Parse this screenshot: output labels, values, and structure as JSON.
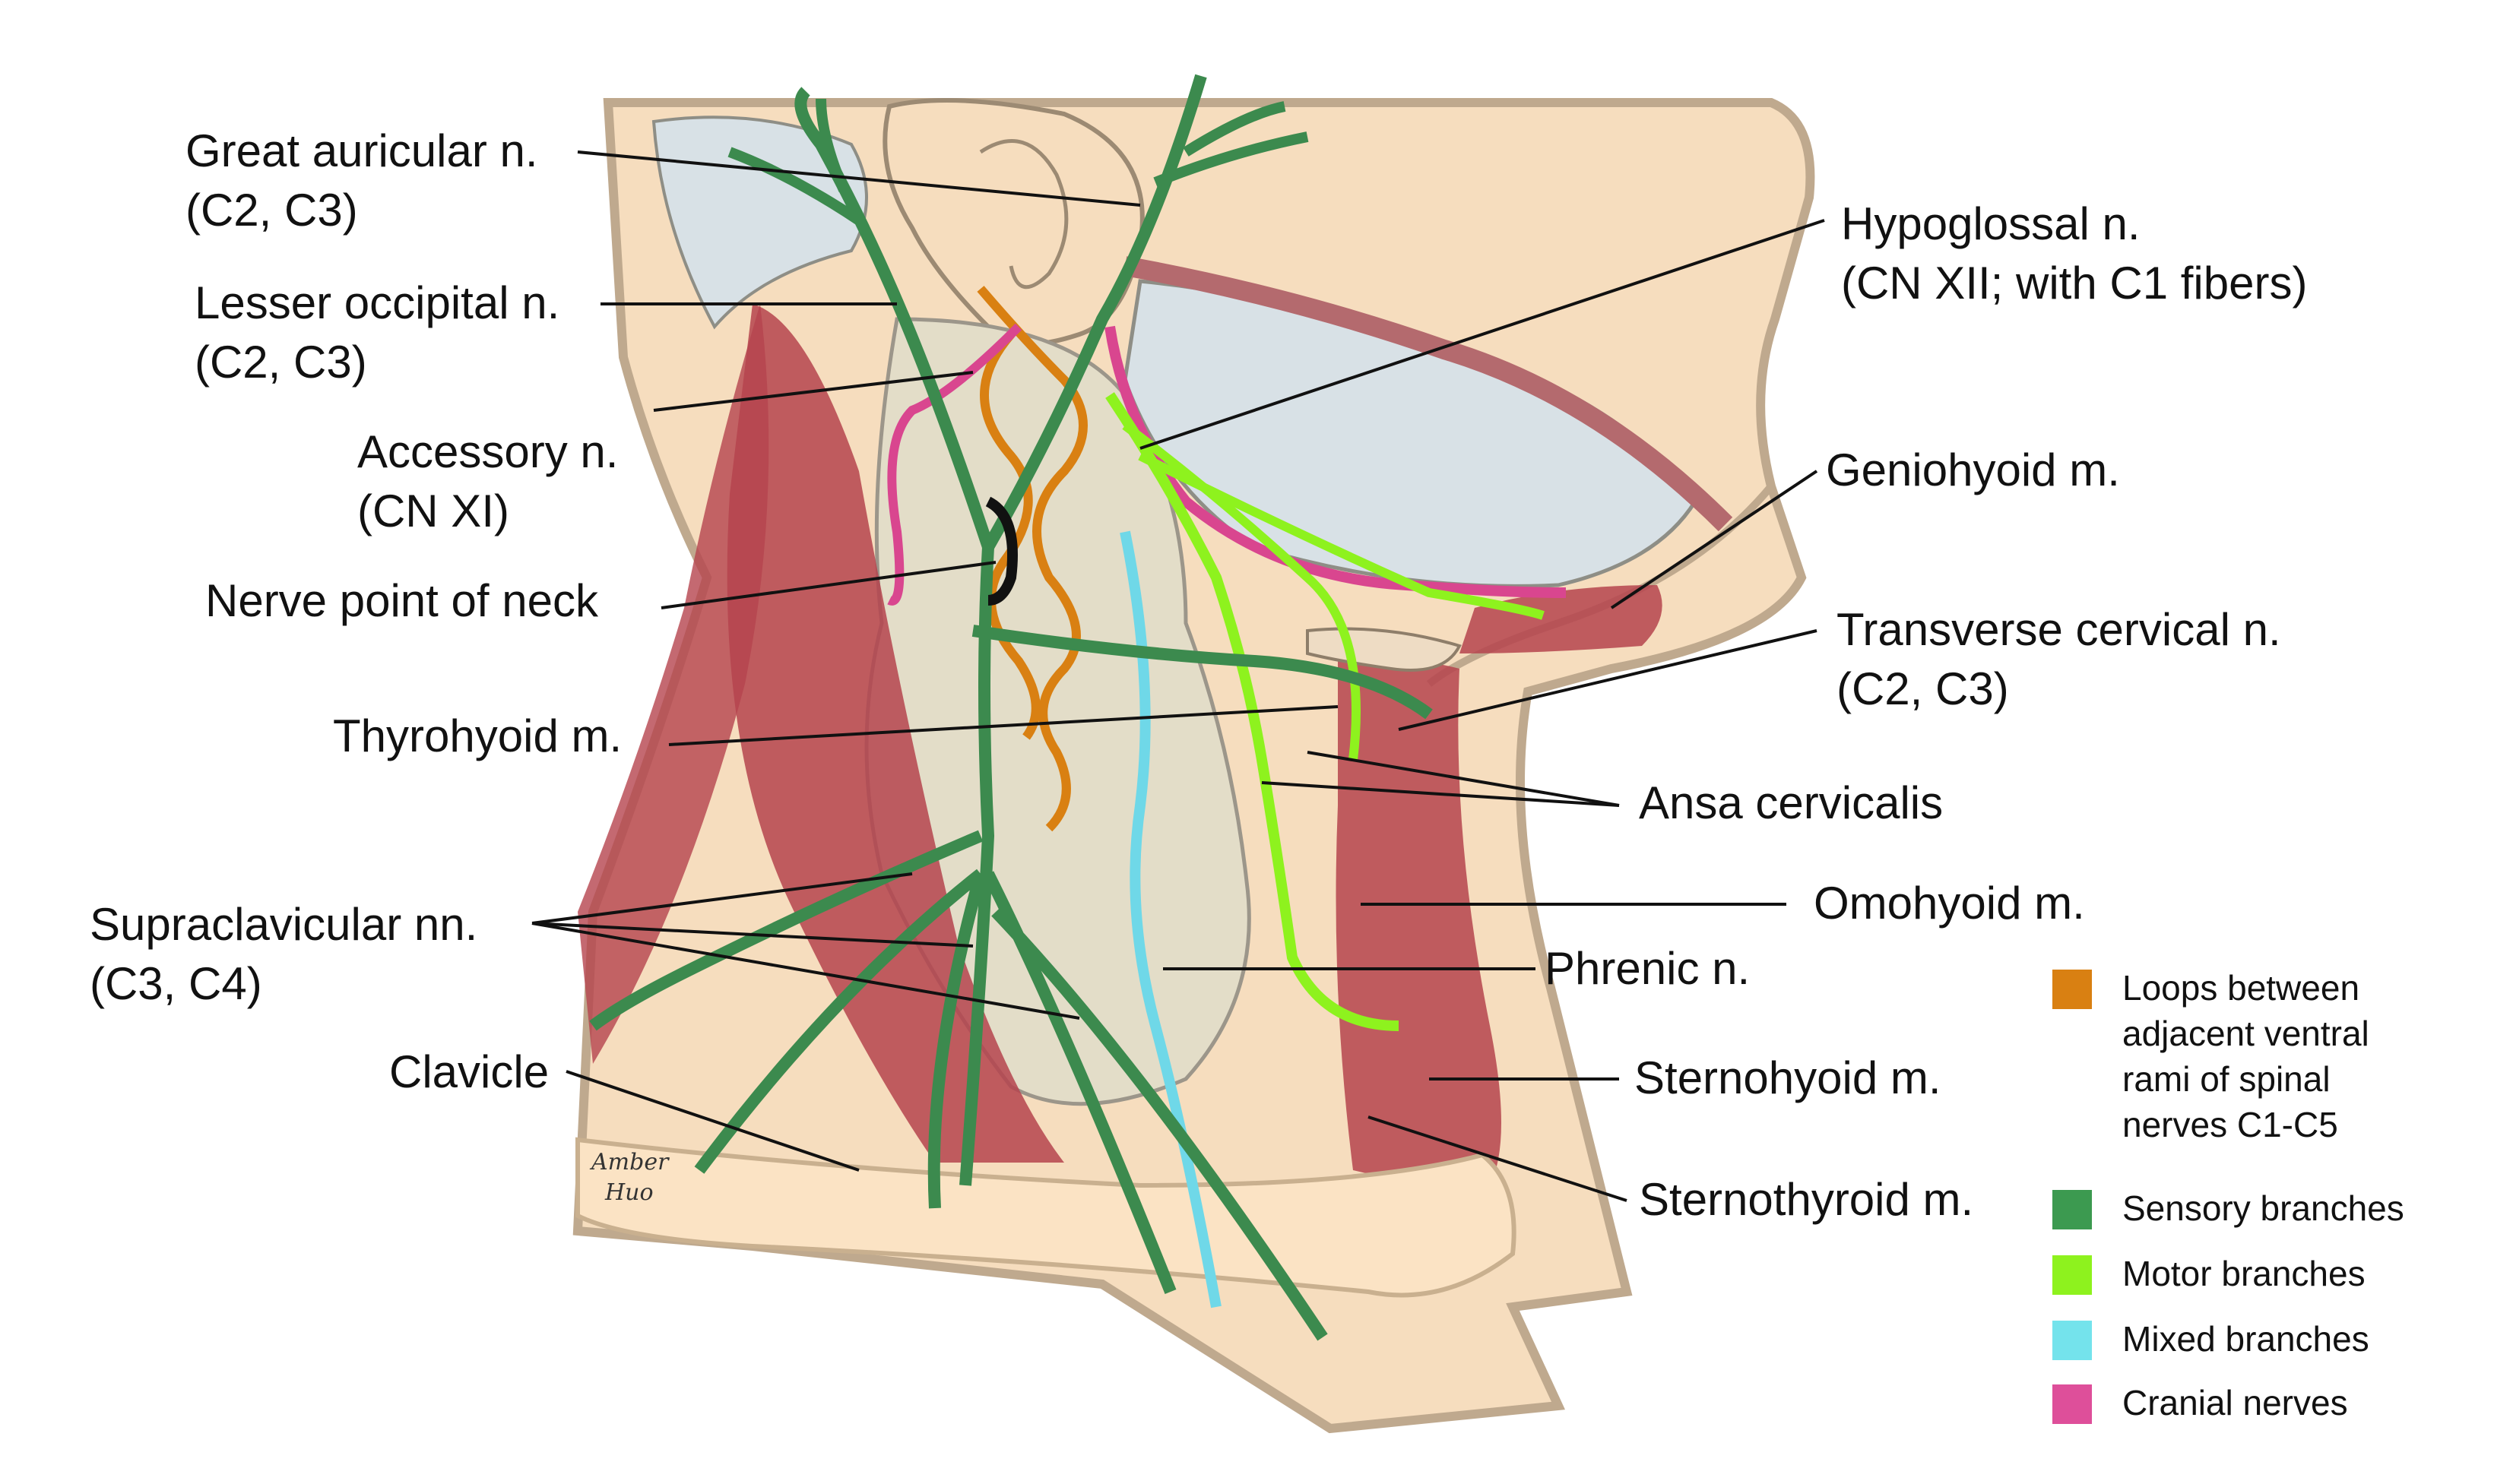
{
  "labels": {
    "great_auricular": [
      "Great auricular n.",
      "(C2, C3)"
    ],
    "lesser_occipital": [
      "Lesser occipital n.",
      "(C2, C3)"
    ],
    "accessory": [
      "Accessory n.",
      "(CN XI)"
    ],
    "nerve_point": [
      "Nerve point of neck"
    ],
    "thyrohyoid": [
      "Thyrohyoid m."
    ],
    "supraclavicular": [
      "Supraclavicular nn.",
      "(C3, C4)"
    ],
    "clavicle": [
      "Clavicle"
    ],
    "hypoglossal": [
      "Hypoglossal n.",
      "(CN XII; with C1 fibers)"
    ],
    "geniohyoid": [
      "Geniohyoid m."
    ],
    "transverse_cervical": [
      "Transverse cervical n.",
      "(C2, C3)"
    ],
    "ansa_cervicalis": [
      "Ansa cervicalis"
    ],
    "omohyoid": [
      "Omohyoid m."
    ],
    "phrenic": [
      "Phrenic n."
    ],
    "sternohyoid": [
      "Sternohyoid m."
    ],
    "sternothyroid": [
      "Sternothyroid m."
    ]
  },
  "legend": [
    {
      "color": "#D98012",
      "text": "Loops between\nadjacent ventral\nrami of spinal\nnerves C1-C5"
    },
    {
      "color": "#3C9A50",
      "text": "Sensory branches"
    },
    {
      "color": "#8EF21E",
      "text": "Motor branches"
    },
    {
      "color": "#74E3EC",
      "text": "Mixed branches"
    },
    {
      "color": "#DE4F9A",
      "text": "Cranial nerves"
    }
  ],
  "signature": [
    "Amber",
    "Huo"
  ],
  "colors": {
    "sensory": "#3C8A4E",
    "motor": "#8EF21E",
    "mixed": "#6FD8E8",
    "cranial": "#D9468F",
    "loops": "#D98012",
    "muscle": "#B5444E",
    "skin": "#F6DDBE",
    "bone": "#E3DDC8",
    "skin_outline": "#BFA98E"
  }
}
